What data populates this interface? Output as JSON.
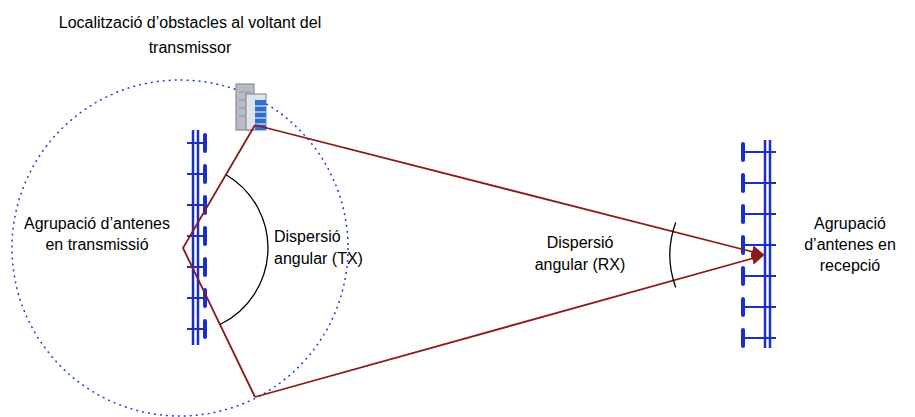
{
  "diagram": {
    "labels": [
      "Localització d’obstacles al voltant del transmissor",
      "Agrupació d’antenes en transmissió",
      "Dispersió angular (TX)",
      "Dispersió angular (RX)",
      "Agrupació d’antenes en recepció"
    ]
  }
}
